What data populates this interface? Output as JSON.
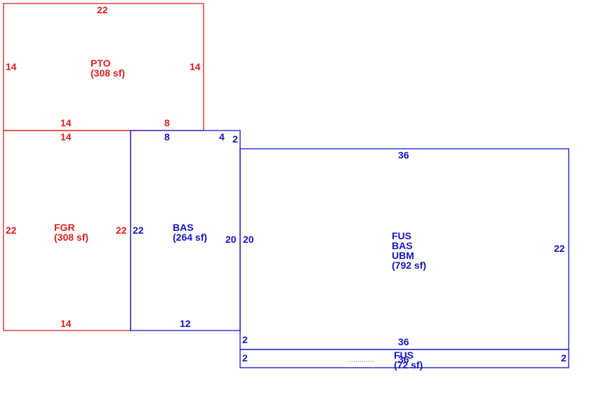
{
  "colors": {
    "red": "#e0201e",
    "blue": "#1414c8"
  },
  "areas": {
    "pto": {
      "code": "PTO",
      "area": "(308 sf)"
    },
    "fgr": {
      "code": "FGR",
      "area": "(308 sf)"
    },
    "bas": {
      "code": "BAS",
      "area": "(264 sf)"
    },
    "main": {
      "code1": "FUS",
      "code2": "BAS",
      "code3": "UBM",
      "area": "(792 sf)"
    },
    "strip": {
      "code1": "FUS",
      "area": "(72 sf)",
      "overlap": "36"
    }
  },
  "dims": {
    "pto_top": "22",
    "pto_left": "14",
    "pto_right": "14",
    "pto_bottom_left": "14",
    "pto_bottom_right": "8",
    "fgr_top": "14",
    "fgr_left": "22",
    "fgr_right": "22",
    "fgr_bottom": "14",
    "bas_top_left": "8",
    "bas_top_right": "4",
    "bas_left": "22",
    "bas_right": "20",
    "bas_bottom": "12",
    "step_small": "2",
    "main_top": "36",
    "main_left": "20",
    "main_right": "22",
    "main_bottom": "36",
    "main_corner": "2",
    "strip_left": "2",
    "strip_right": "2"
  }
}
